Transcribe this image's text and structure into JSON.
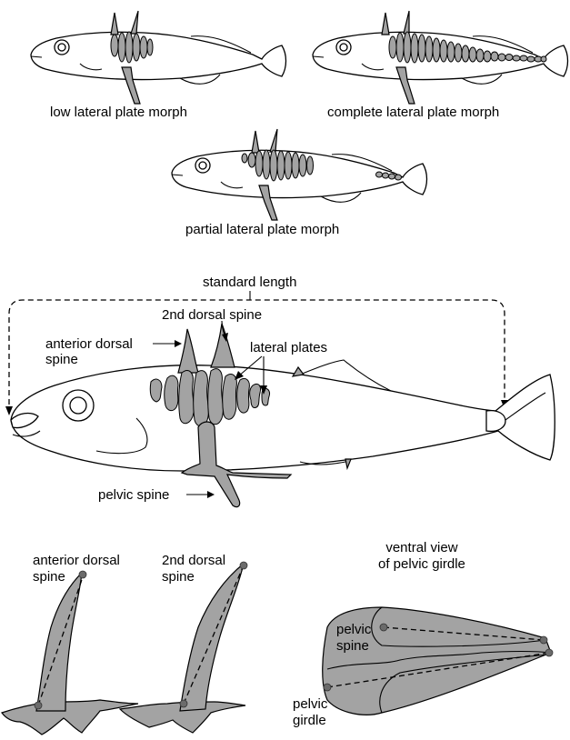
{
  "figure": {
    "morphs": {
      "low": "low lateral plate morph",
      "complete": "complete lateral plate morph",
      "partial": "partial lateral plate morph"
    },
    "anatomy": {
      "standard_length": "standard length",
      "second_dorsal_spine": "2nd dorsal spine",
      "anterior_dorsal_spine_line1": "anterior dorsal",
      "anterior_dorsal_spine_line2": "spine",
      "lateral_plates": "lateral plates",
      "pelvic_spine": "pelvic spine"
    },
    "spine_details": {
      "anterior_line1": "anterior dorsal",
      "anterior_line2": "spine",
      "second_line1": "2nd dorsal",
      "second_line2": "spine"
    },
    "ventral": {
      "title_line1": "ventral view",
      "title_line2": "of pelvic girdle",
      "pelvic_spine_line1": "pelvic",
      "pelvic_spine_line2": "spine",
      "pelvic_girdle_line1": "pelvic",
      "pelvic_girdle_line2": "girdle"
    },
    "colors": {
      "bone": "#a3a3a3",
      "outline": "#000000",
      "landmark": "#6b6b6b"
    }
  }
}
